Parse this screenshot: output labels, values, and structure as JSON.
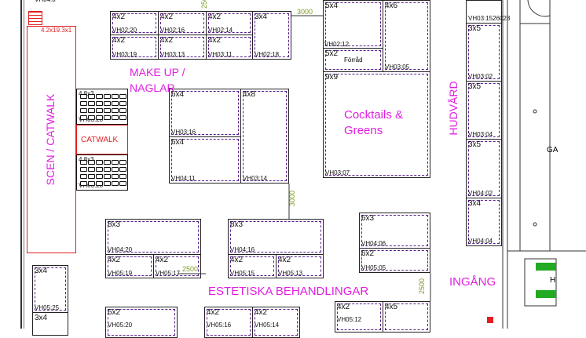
{
  "booths": [
    {
      "size": "4x2",
      "id": "VH02:20"
    },
    {
      "size": "4x2",
      "id": "VH02:16"
    },
    {
      "size": "4x2",
      "id": "VH02:14"
    },
    {
      "size": "3x4",
      "id": "VH02:18"
    },
    {
      "size": "4x2",
      "id": "VH03:19"
    },
    {
      "size": "4x2",
      "id": "VH03:13"
    },
    {
      "size": "4x2",
      "id": "VH03:11"
    },
    {
      "size": "5x4",
      "id": ""
    },
    {
      "size": "4x6",
      "id": "VH03:05"
    },
    {
      "size": "5x2",
      "id": "VH02:12"
    },
    {
      "size": "9x9",
      "id": "VH03:07"
    },
    {
      "size": "6x4",
      "id": "VH03:16"
    },
    {
      "size": "4x8",
      "id": "VH03:14"
    },
    {
      "size": "6x4",
      "id": "VH04:11"
    },
    {
      "size": "3x5",
      "id": "VH03:02"
    },
    {
      "size": "3x5",
      "id": "VH03:04"
    },
    {
      "size": "3x5",
      "id": "VH04:02"
    },
    {
      "size": "3x4",
      "id": "VH04:04"
    },
    {
      "size": "",
      "id": "VH03:1526028"
    },
    {
      "size": "8x3",
      "id": "VH04:20"
    },
    {
      "size": "8x3",
      "id": "VH04:16"
    },
    {
      "size": "4x2",
      "id": "VH05:19"
    },
    {
      "size": "4x2",
      "id": "VH05:17"
    },
    {
      "size": "4x2",
      "id": "VH05:15"
    },
    {
      "size": "4x2",
      "id": "VH05:13"
    },
    {
      "size": "6x3",
      "id": "VH04:06"
    },
    {
      "size": "6x2",
      "id": "VH05:05"
    },
    {
      "size": "3x4",
      "id": "VH05:25"
    },
    {
      "size": "3x4",
      "id": ""
    },
    {
      "size": "6x2",
      "id": "VH05:20"
    },
    {
      "size": "4x2",
      "id": "VH05:16"
    },
    {
      "size": "4x2",
      "id": "VH05:14"
    },
    {
      "size": "4x2",
      "id": "VH05:12"
    },
    {
      "size": "4x5",
      "id": ""
    }
  ],
  "labels": {
    "forrad": "Förråd",
    "makeup": "MAKE UP /",
    "naglar": "NAGLAR",
    "cocktails1": "Cocktails &",
    "cocktails2": "Greens",
    "hudvard": "HUDVÅRD",
    "scen": "SCEN / CATWALK",
    "catwalk": "CATWALK",
    "stage_size": "4.2x19.3x1",
    "estetiska": "ESTETISKA BEHANDLINGAR",
    "ingang": "INGÅNG",
    "seat_a_size": "4.8x3",
    "seat_a_id": "VH03:20",
    "seat_b_size": "4.8x3",
    "seat_b_id": "VH03:28",
    "ga": "GA",
    "h": "H",
    "top_id": "VH04:0"
  },
  "dimensions": {
    "d3000_top": "3000",
    "d3000_mid": "3000",
    "d2500_left": "2500",
    "d2500_right": "2500",
    "d2500_top": "2500"
  },
  "colors": {
    "label": "#e020e0",
    "dimension": "#7a9a22",
    "stage": "#e02020",
    "dash": "#5a1f8a",
    "exit": "#22aa22"
  }
}
